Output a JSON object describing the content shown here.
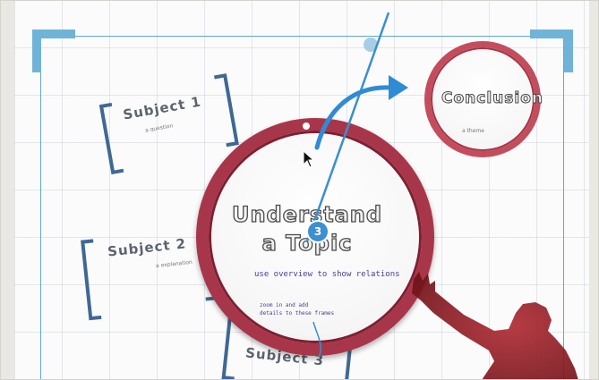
{
  "canvas": {
    "subjects": [
      {
        "label": "Subject 1",
        "caption": "a question"
      },
      {
        "label": "Subject 2",
        "caption": "a explanation"
      },
      {
        "label": "Subject 3"
      }
    ],
    "main": {
      "title_line1": "Understand",
      "title_line2": "a Topic",
      "subtitle": "use overview to show relations",
      "note_line1": "zoom in and add",
      "note_line2": "details to these frames",
      "path_step": "3"
    },
    "conclusion": {
      "label": "Conclusion",
      "caption": "a theme"
    }
  },
  "colors": {
    "frame_blue": "#6fb4d8",
    "path_blue": "#3a8fd0",
    "circle_red": "#a8364a",
    "silhouette": "#8e1d27",
    "handwriting": "#4b3b9a"
  },
  "icons": {
    "cursor": "arrow-cursor-icon",
    "arrow": "curved-arrow-icon",
    "silhouette": "presenter-silhouette-icon"
  }
}
